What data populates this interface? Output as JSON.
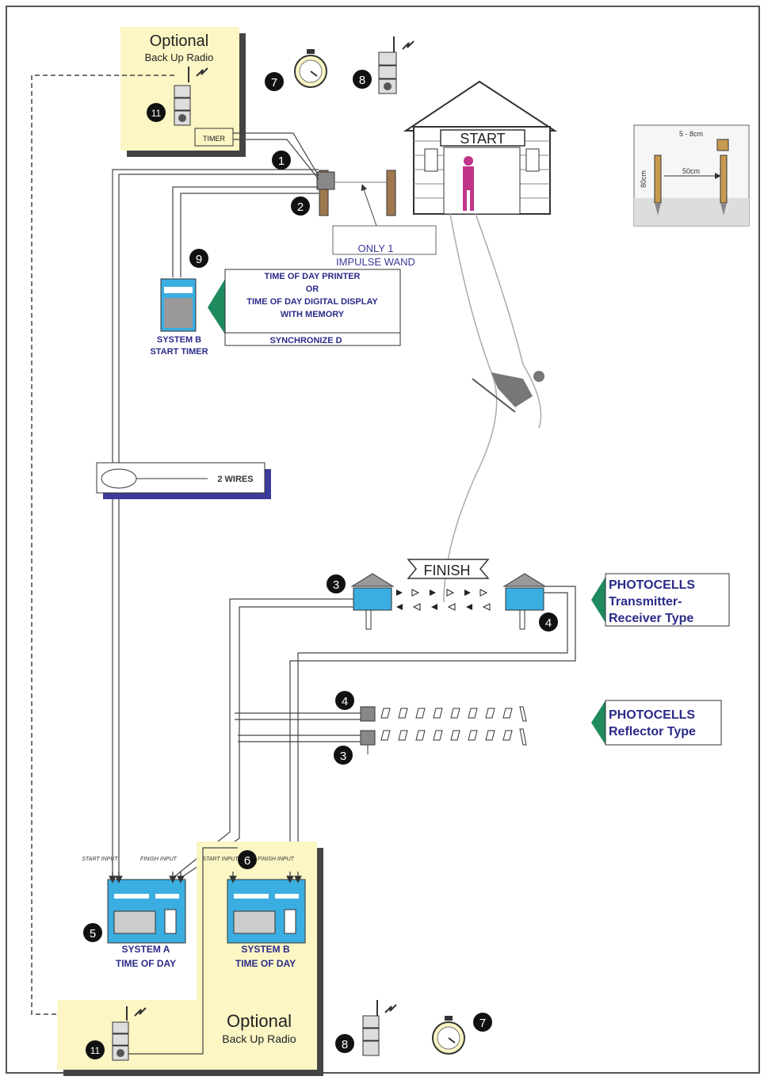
{
  "optional_radio_top": {
    "title": "Optional",
    "subtitle": "Back Up Radio",
    "timer_label": "TIMER"
  },
  "optional_radio_bottom": {
    "title": "Optional",
    "subtitle": "Back Up Radio"
  },
  "start_house_label": "START",
  "wand_note": {
    "line1": "ONLY 1",
    "line2": "IMPULSE WAND"
  },
  "printer_box": {
    "line1": "TIME OF DAY PRINTER",
    "line2": "OR",
    "line3": "TIME OF DAY DIGITAL DISPLAY",
    "line4": "WITH MEMORY",
    "footer": "SYNCHRONIZE D"
  },
  "system_b_start": {
    "line1": "SYSTEM B",
    "line2": "START TIMER"
  },
  "wires_label": "2 WIRES",
  "finish_banner": "FINISH",
  "photocells_tr": {
    "line1": "PHOTOCELLS",
    "line2": "Transmitter-",
    "line3": "Receiver Type"
  },
  "photocells_ref": {
    "line1": "PHOTOCELLS",
    "line2": "Reflector Type"
  },
  "system_a": {
    "line1": "SYSTEM A",
    "line2": "TIME OF DAY",
    "start_input": "START INPUT",
    "finish_input": "FINISH INPUT"
  },
  "system_b": {
    "line1": "SYSTEM B",
    "line2": "TIME OF DAY",
    "start_input": "START INPUT",
    "finish_input": "FINISH INPUT"
  },
  "inset": {
    "top_label": "5 - 8cm",
    "mid_label": "50cm",
    "side_label": "80cm"
  },
  "markers": {
    "m1": "1",
    "m2": "2",
    "m3a": "3",
    "m3b": "3",
    "m4a": "4",
    "m4b": "4",
    "m5": "5",
    "m6": "6",
    "m7a": "7",
    "m7b": "7",
    "m8a": "8",
    "m8b": "8",
    "m9": "9",
    "m11a": "11",
    "m11b": "11"
  },
  "colors": {
    "yellow_panel": "#fbf6c4",
    "accent_green": "#1f8a5e",
    "timer_blue": "#3aaee0",
    "navy_text": "#2b2b8a",
    "wire_box_shadow": "#3b3b9a"
  }
}
